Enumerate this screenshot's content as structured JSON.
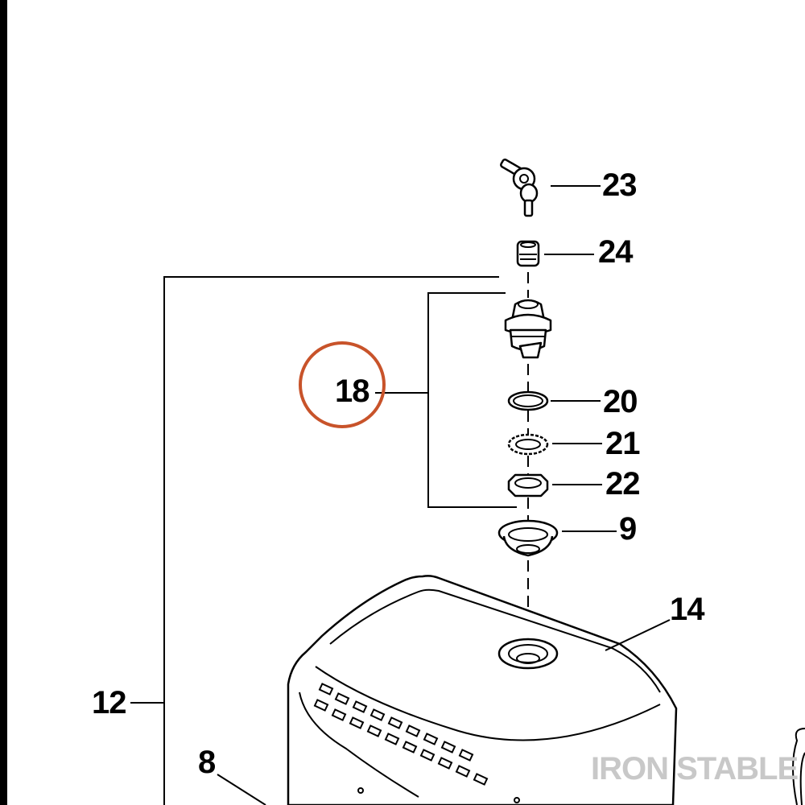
{
  "diagram": {
    "callouts": {
      "c23": "23",
      "c24": "24",
      "c18": "18",
      "c20": "20",
      "c21": "21",
      "c22": "22",
      "c9": "9",
      "c14": "14",
      "c12": "12",
      "c8": "8"
    },
    "watermark": "IRON STABLE",
    "highlight_color": "#c8532a",
    "watermark_color": "#c8c8c8",
    "left_border_color": "#000000"
  }
}
